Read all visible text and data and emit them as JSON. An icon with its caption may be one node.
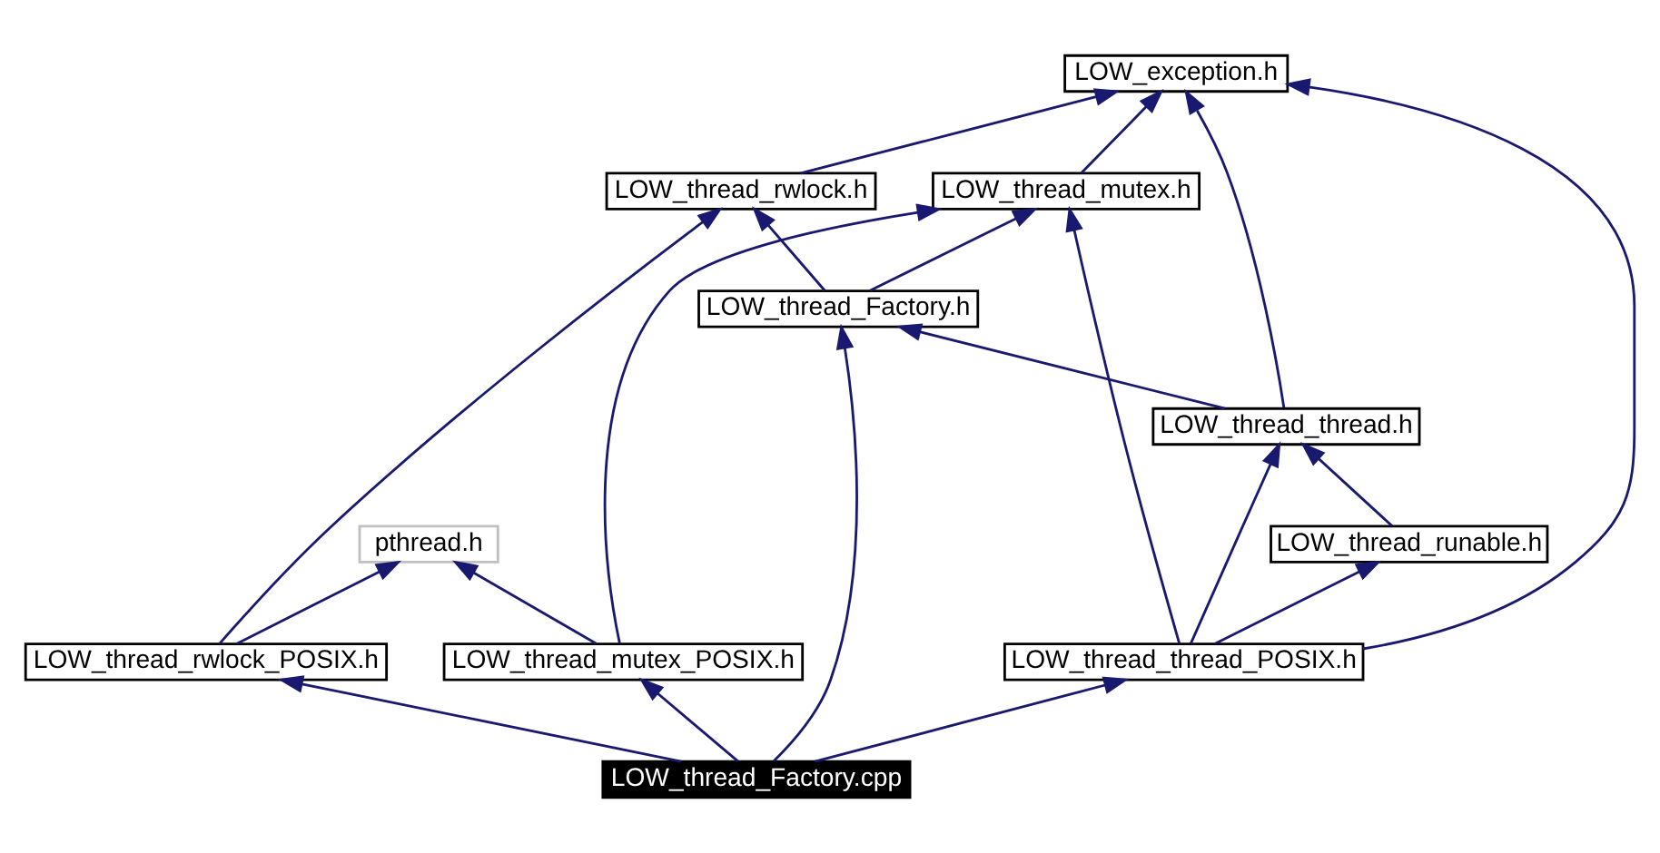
{
  "diagram": {
    "nodes": [
      {
        "text": [
          "LOW_exception.h"
        ]
      },
      {
        "text": [
          "pthread.h"
        ]
      },
      {
        "text": [
          "LOW_thread_rwlock.h"
        ]
      },
      {
        "text": [
          "LOW_thread_mutex.h"
        ]
      },
      {
        "text": [
          "LOW_thread_rwlock_POSIX.h"
        ]
      },
      {
        "text": [
          "LOW_thread_mutex_POSIX.h"
        ]
      },
      {
        "text": [
          "LOW_thread_Factory.h"
        ]
      },
      {
        "text": [
          "LOW_thread_thread.h"
        ]
      },
      {
        "text": [
          "LOW_thread_runable.h"
        ]
      },
      {
        "text": [
          "LOW_thread_thread_POSIX.h"
        ]
      },
      {
        "text": [
          "LOW_thread_Factory.cpp"
        ]
      }
    ],
    "edges": [
      {
        "from": 2,
        "to": 0,
        "arrow": "to"
      },
      {
        "from": 3,
        "to": 0,
        "arrow": "to"
      },
      {
        "from": 7,
        "to": 0,
        "arrow": "to"
      },
      {
        "from": 9,
        "to": 0,
        "arrow": "to"
      },
      {
        "from": 4,
        "to": 1,
        "arrow": "to"
      },
      {
        "from": 4,
        "to": 2,
        "arrow": "to"
      },
      {
        "from": 5,
        "to": 1,
        "arrow": "to"
      },
      {
        "from": 5,
        "to": 3,
        "arrow": "to"
      },
      {
        "from": 6,
        "to": 2,
        "arrow": "to"
      },
      {
        "from": 6,
        "to": 3,
        "arrow": "to"
      },
      {
        "from": 7,
        "to": 6,
        "arrow": "to"
      },
      {
        "from": 8,
        "to": 7,
        "arrow": "to"
      },
      {
        "from": 9,
        "to": 8,
        "arrow": "to"
      },
      {
        "from": 9,
        "to": 7,
        "arrow": "to"
      },
      {
        "from": 9,
        "to": 3,
        "arrow": "to"
      },
      {
        "from": 10,
        "to": 4,
        "arrow": "to"
      },
      {
        "from": 10,
        "to": 5,
        "arrow": "to"
      },
      {
        "from": 10,
        "to": 6,
        "arrow": "to"
      },
      {
        "from": 10,
        "to": 9,
        "arrow": "to"
      }
    ]
  }
}
